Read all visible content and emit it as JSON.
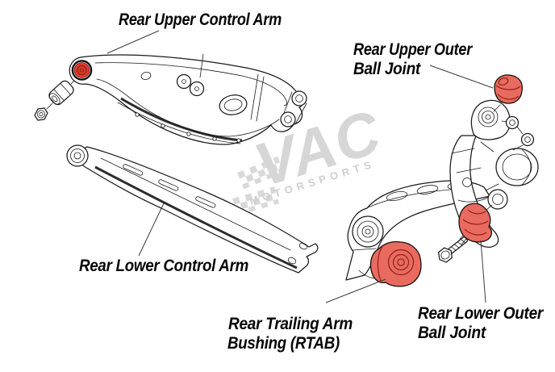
{
  "diagram": {
    "background": "#ffffff",
    "labels": {
      "upper_control_arm": {
        "text": "Rear Upper Control Arm"
      },
      "upper_outer_ball_joint": {
        "line1": "Rear Upper Outer",
        "line2": "Ball Joint"
      },
      "lower_control_arm": {
        "text": "Rear Lower Control Arm"
      },
      "trailing_arm_bushing": {
        "line1": "Rear Trailing Arm",
        "line2": "Bushing (RTAB)"
      },
      "lower_outer_ball_joint": {
        "line1": "Rear Lower Outer",
        "line2": "Ball Joint"
      }
    }
  },
  "watermark": {
    "brand": "VAC",
    "subtitle": "MOTORSPORTS",
    "brand_color": "#d6d6d6",
    "subtitle_color": "#cfcfcf",
    "checker_color": "#d9d9d9"
  },
  "colors": {
    "highlight_red": "#e96a5f",
    "highlight_red_bright": "#e13a2c",
    "red_detail": "#8e221a",
    "line_art": "#1a1a1a",
    "leader_line": "#3c3c3c",
    "label_text": "#060606"
  }
}
